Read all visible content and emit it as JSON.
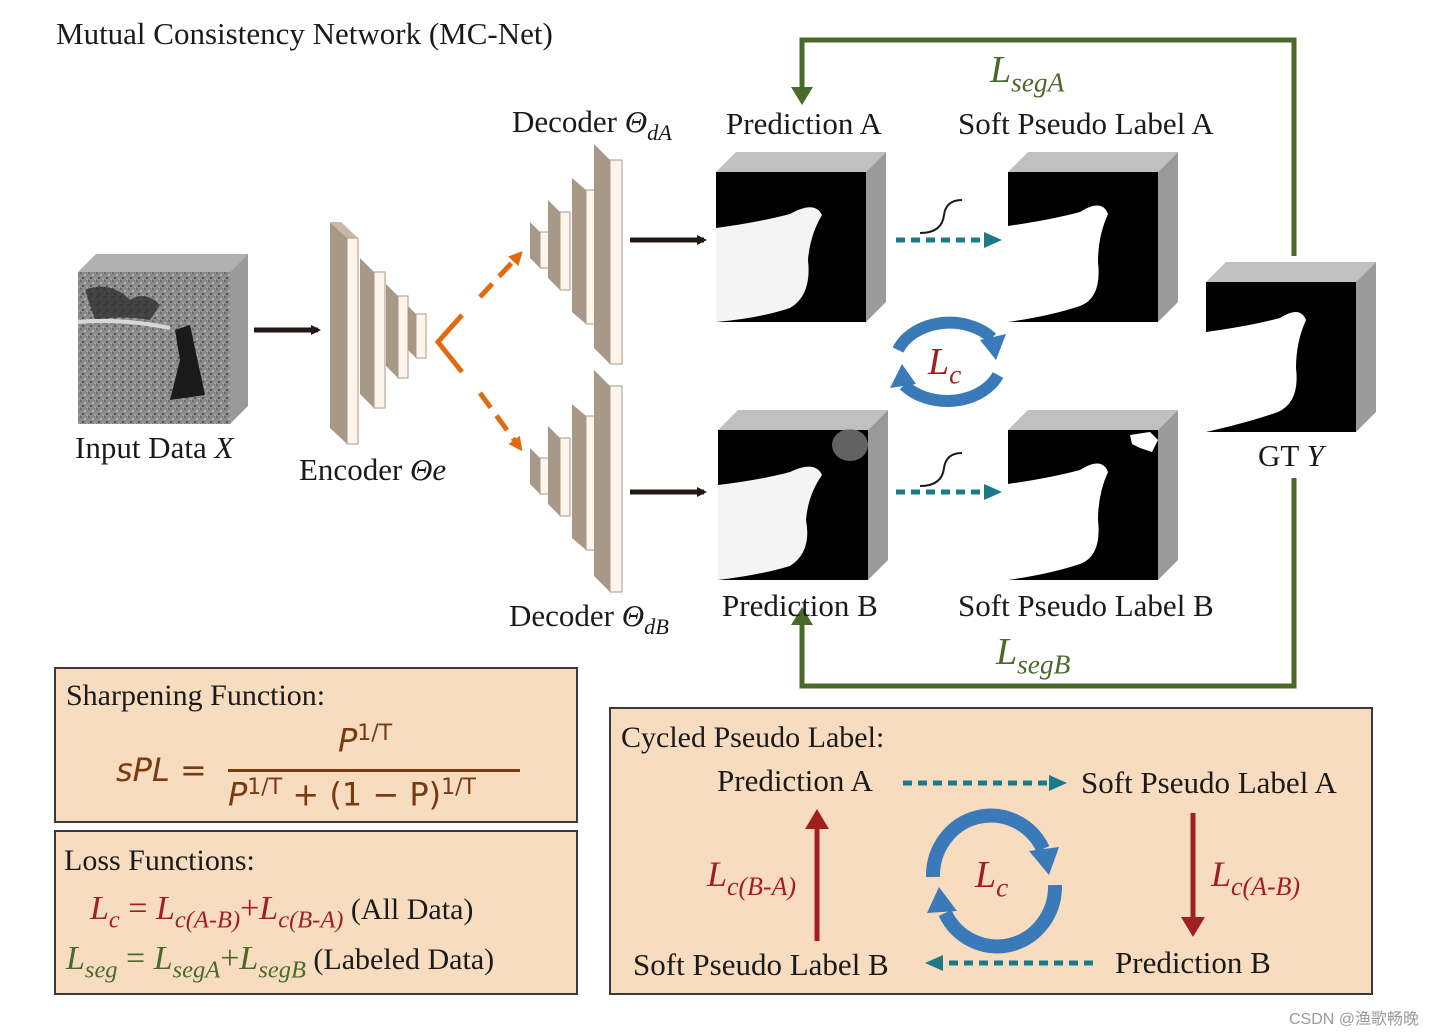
{
  "title": "Mutual Consistency Network (MC-Net)",
  "labels": {
    "input": "Input Data",
    "input_var": "X",
    "encoder": "Encoder",
    "encoder_var": "Θe",
    "decoder_a": "Decoder",
    "decoder_a_var": "Θ",
    "decoder_a_sub": "dA",
    "decoder_b": "Decoder",
    "decoder_b_var": "Θ",
    "decoder_b_sub": "dB",
    "pred_a": "Prediction A",
    "pred_b": "Prediction B",
    "spl_a": "Soft Pseudo Label A",
    "spl_b": "Soft Pseudo Label B",
    "gt": "GT",
    "gt_var": "Y",
    "lsega": "L",
    "lsega_sub": "segA",
    "lsegb": "L",
    "lsegb_sub": "segB",
    "lc": "L",
    "lc_sub": "c"
  },
  "sharpening": {
    "heading": "Sharpening Function:",
    "lhs": "sPL =",
    "numerator": "P",
    "num_exp": "1/T",
    "den_p": "P",
    "den_exp1": "1/T",
    "den_mid": " + (1 − P)",
    "den_exp2": "1/T"
  },
  "loss": {
    "heading": "Loss Functions:",
    "lc_lhs": "L",
    "lc_lhs_sub": "c",
    "lc_eq": " = ",
    "lc_t1": "L",
    "lc_t1_sub": "c(A-B)",
    "lc_plus": "+",
    "lc_t2": "L",
    "lc_t2_sub": "c(B-A)",
    "lc_note": " (All Data)",
    "lseg_lhs": "L",
    "lseg_lhs_sub": "seg",
    "lseg_eq": " = ",
    "lseg_t1": "L",
    "lseg_t1_sub": "segA",
    "lseg_plus": "+",
    "lseg_t2": "L",
    "lseg_t2_sub": "segB",
    "lseg_note": " (Labeled Data)"
  },
  "cycled": {
    "heading": "Cycled Pseudo Label:",
    "pred_a": "Prediction A",
    "spl_a": "Soft Pseudo Label A",
    "pred_b": "Prediction B",
    "spl_b": "Soft Pseudo Label B",
    "lc_ba": "L",
    "lc_ba_sub": "c(B-A)",
    "lc_ab": "L",
    "lc_ab_sub": "c(A-B)",
    "lc": "L",
    "lc_sub": "c"
  },
  "watermark": "CSDN @渔歌畅晚",
  "colors": {
    "green_arrow": "#4a6a2a",
    "orange_arrow": "#e06a10",
    "teal_dashed": "#1a7a8a",
    "red_loss": "#a02020",
    "blue_cycle": "#3a7ab8",
    "box_fill": "#f8dcc0",
    "layer_gray": "#a89888"
  }
}
